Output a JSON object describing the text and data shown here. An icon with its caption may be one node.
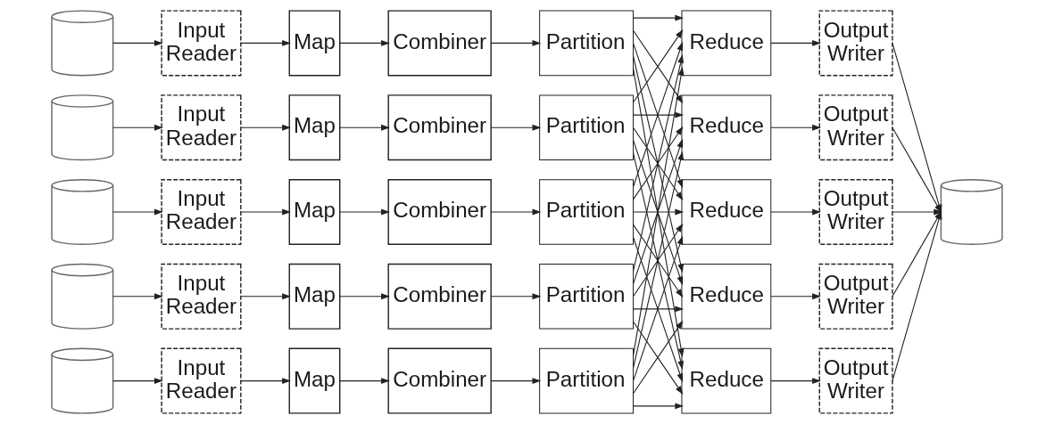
{
  "diagram": {
    "nodes": [
      {
        "text": [],
        "shape": "cylinder"
      },
      {
        "text": [
          "Input Reader"
        ]
      },
      {
        "text": [
          "Map"
        ]
      },
      {
        "text": [
          "Combiner"
        ]
      },
      {
        "text": [
          "Partition"
        ]
      },
      {
        "text": [
          "Reduce"
        ]
      },
      {
        "text": [
          "Output Writer"
        ]
      },
      {
        "text": [],
        "shape": "cylinder"
      },
      {
        "text": [
          "Input Reader"
        ]
      },
      {
        "text": [
          "Map"
        ]
      },
      {
        "text": [
          "Combiner"
        ]
      },
      {
        "text": [
          "Partition"
        ]
      },
      {
        "text": [
          "Reduce"
        ]
      },
      {
        "text": [
          "Output Writer"
        ]
      },
      {
        "text": [],
        "shape": "cylinder"
      },
      {
        "text": [
          "Input Reader"
        ]
      },
      {
        "text": [
          "Map"
        ]
      },
      {
        "text": [
          "Combiner"
        ]
      },
      {
        "text": [
          "Partition"
        ]
      },
      {
        "text": [
          "Reduce"
        ]
      },
      {
        "text": [
          "Output Writer"
        ]
      },
      {
        "text": [],
        "shape": "cylinder"
      },
      {
        "text": [
          "Input Reader"
        ]
      },
      {
        "text": [
          "Map"
        ]
      },
      {
        "text": [
          "Combiner"
        ]
      },
      {
        "text": [
          "Partition"
        ]
      },
      {
        "text": [
          "Reduce"
        ]
      },
      {
        "text": [
          "Output Writer"
        ]
      },
      {
        "text": [],
        "shape": "cylinder"
      },
      {
        "text": [
          "Input Reader"
        ]
      },
      {
        "text": [
          "Map"
        ]
      },
      {
        "text": [
          "Combiner"
        ]
      },
      {
        "text": [
          "Partition"
        ]
      },
      {
        "text": [
          "Reduce"
        ]
      },
      {
        "text": [
          "Output Writer"
        ]
      },
      {
        "text": [],
        "shape": "cylinder"
      }
    ],
    "edges": [
      {
        "from": 0,
        "to": 1,
        "arrow": "to"
      },
      {
        "from": 1,
        "to": 2,
        "arrow": "to"
      },
      {
        "from": 2,
        "to": 3,
        "arrow": "to"
      },
      {
        "from": 3,
        "to": 4,
        "arrow": "to"
      },
      {
        "from": 7,
        "to": 8,
        "arrow": "to"
      },
      {
        "from": 8,
        "to": 9,
        "arrow": "to"
      },
      {
        "from": 9,
        "to": 10,
        "arrow": "to"
      },
      {
        "from": 10,
        "to": 11,
        "arrow": "to"
      },
      {
        "from": 14,
        "to": 15,
        "arrow": "to"
      },
      {
        "from": 15,
        "to": 16,
        "arrow": "to"
      },
      {
        "from": 16,
        "to": 17,
        "arrow": "to"
      },
      {
        "from": 17,
        "to": 18,
        "arrow": "to"
      },
      {
        "from": 21,
        "to": 22,
        "arrow": "to"
      },
      {
        "from": 22,
        "to": 23,
        "arrow": "to"
      },
      {
        "from": 23,
        "to": 24,
        "arrow": "to"
      },
      {
        "from": 24,
        "to": 25,
        "arrow": "to"
      },
      {
        "from": 28,
        "to": 29,
        "arrow": "to"
      },
      {
        "from": 29,
        "to": 30,
        "arrow": "to"
      },
      {
        "from": 30,
        "to": 31,
        "arrow": "to"
      },
      {
        "from": 31,
        "to": 32,
        "arrow": "to"
      },
      {
        "from": 4,
        "to": 5,
        "arrow": "to"
      },
      {
        "from": 4,
        "to": 12,
        "arrow": "to"
      },
      {
        "from": 4,
        "to": 19,
        "arrow": "to"
      },
      {
        "from": 4,
        "to": 26,
        "arrow": "to"
      },
      {
        "from": 4,
        "to": 33,
        "arrow": "to"
      },
      {
        "from": 11,
        "to": 5,
        "arrow": "to"
      },
      {
        "from": 11,
        "to": 12,
        "arrow": "to"
      },
      {
        "from": 11,
        "to": 19,
        "arrow": "to"
      },
      {
        "from": 11,
        "to": 26,
        "arrow": "to"
      },
      {
        "from": 11,
        "to": 33,
        "arrow": "to"
      },
      {
        "from": 18,
        "to": 5,
        "arrow": "to"
      },
      {
        "from": 18,
        "to": 12,
        "arrow": "to"
      },
      {
        "from": 18,
        "to": 19,
        "arrow": "to"
      },
      {
        "from": 18,
        "to": 26,
        "arrow": "to"
      },
      {
        "from": 18,
        "to": 33,
        "arrow": "to"
      },
      {
        "from": 25,
        "to": 5,
        "arrow": "to"
      },
      {
        "from": 25,
        "to": 12,
        "arrow": "to"
      },
      {
        "from": 25,
        "to": 19,
        "arrow": "to"
      },
      {
        "from": 25,
        "to": 26,
        "arrow": "to"
      },
      {
        "from": 25,
        "to": 33,
        "arrow": "to"
      },
      {
        "from": 32,
        "to": 5,
        "arrow": "to"
      },
      {
        "from": 32,
        "to": 12,
        "arrow": "to"
      },
      {
        "from": 32,
        "to": 19,
        "arrow": "to"
      },
      {
        "from": 32,
        "to": 26,
        "arrow": "to"
      },
      {
        "from": 32,
        "to": 33,
        "arrow": "to"
      },
      {
        "from": 5,
        "to": 6,
        "arrow": "to"
      },
      {
        "from": 12,
        "to": 13,
        "arrow": "to"
      },
      {
        "from": 19,
        "to": 20,
        "arrow": "to"
      },
      {
        "from": 26,
        "to": 27,
        "arrow": "to"
      },
      {
        "from": 33,
        "to": 34,
        "arrow": "to"
      },
      {
        "from": 6,
        "to": 35,
        "arrow": "to"
      },
      {
        "from": 13,
        "to": 35,
        "arrow": "to"
      },
      {
        "from": 20,
        "to": 35,
        "arrow": "to"
      },
      {
        "from": 27,
        "to": 35,
        "arrow": "to"
      },
      {
        "from": 34,
        "to": 35,
        "arrow": "to"
      }
    ]
  }
}
